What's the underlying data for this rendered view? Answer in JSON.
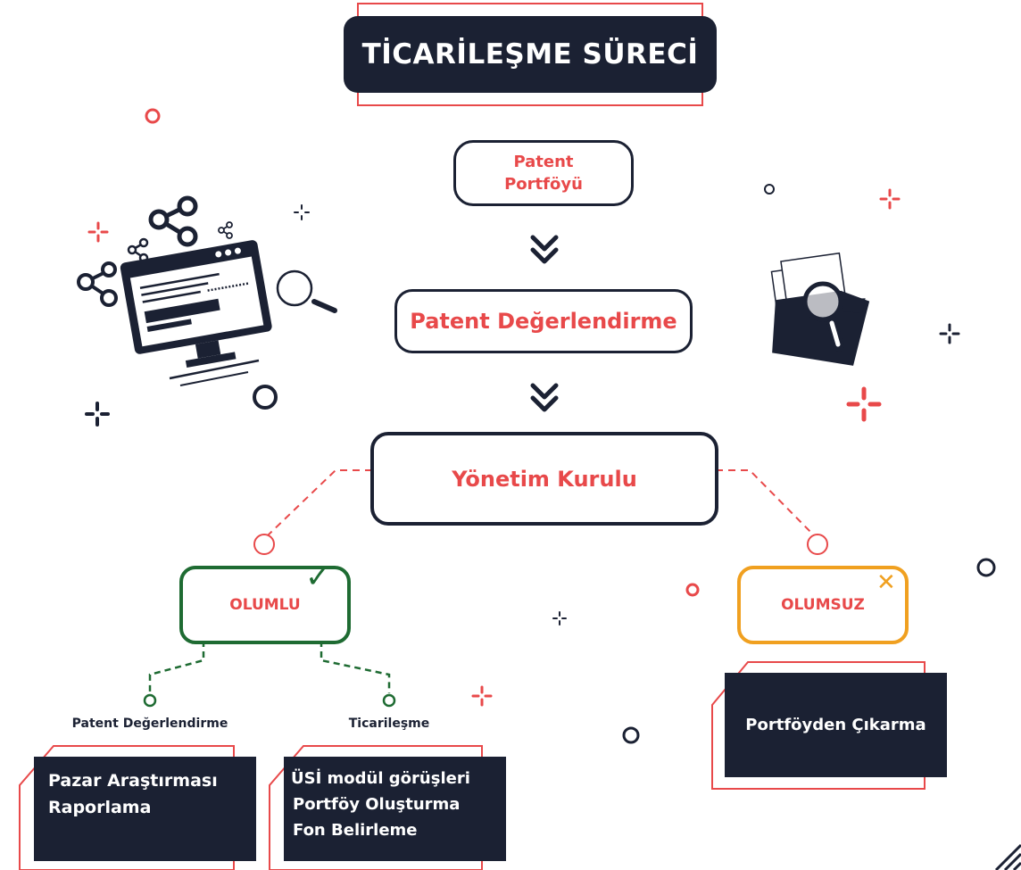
{
  "title": "TİCARİLEŞME SÜRECİ",
  "steps": {
    "portfolio": [
      "Patent",
      "Portföyü"
    ],
    "evaluation": "Patent Değerlendirme",
    "board": "Yönetim Kurulu"
  },
  "outcomes": {
    "positive": {
      "label": "OLUMLU",
      "mark": "✓",
      "color": "#1e6b32"
    },
    "negative": {
      "label": "OLUMSUZ",
      "mark": "✕",
      "color": "#f0a020"
    }
  },
  "branches": {
    "left": {
      "caption": "Patent Değerlendirme",
      "items": [
        "Pazar Araştırması",
        "Raporlama"
      ]
    },
    "right": {
      "caption": "Ticarileşme",
      "items": [
        "ÜSİ modül görüşleri",
        "Portföy Oluşturma",
        "Fon Belirleme"
      ]
    },
    "negative": {
      "items": [
        "Portföyden Çıkarma"
      ]
    }
  },
  "colors": {
    "accent": "#e8494a",
    "dark": "#1b2133",
    "positive": "#1e6b32",
    "negative": "#f0a020"
  }
}
